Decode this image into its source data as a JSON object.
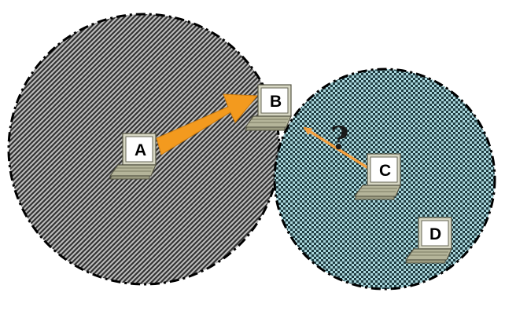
{
  "nodes": {
    "a": {
      "label": "A"
    },
    "b": {
      "label": "B"
    },
    "c": {
      "label": "C"
    },
    "d": {
      "label": "D"
    }
  },
  "annotation": {
    "question": "?"
  },
  "colors": {
    "left_range_dark": "#3a3a3a",
    "left_range_light": "#bdbdbd",
    "right_range_dark": "#1e3a3f",
    "right_range_light": "#a9d6dc",
    "strong_link": "#f39a1e",
    "weak_link": "#f4a040",
    "laptop_body": "#b5b59a",
    "laptop_screen_frame": "#7a7a62"
  }
}
